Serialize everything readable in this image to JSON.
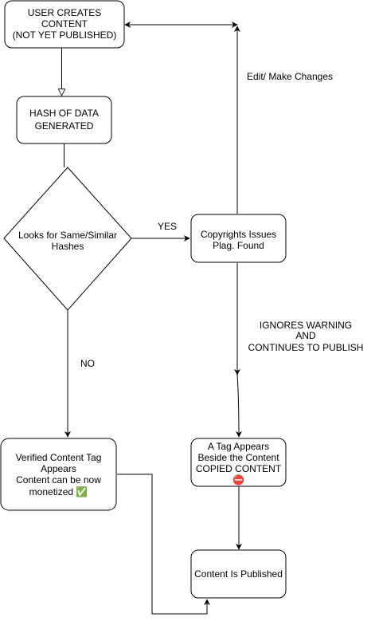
{
  "nodes": {
    "user_creates": {
      "lines": [
        "USER CREATES",
        "CONTENT",
        "(NOT YET PUBLISHED)"
      ]
    },
    "hash_generated": {
      "lines": [
        "HASH OF DATA",
        "GENERATED"
      ]
    },
    "looks_for_hashes": {
      "lines": [
        "Looks for Same/Similar",
        "Hashes"
      ]
    },
    "copyright_issues": {
      "lines": [
        "Copyrights Issues",
        "Plag. Found"
      ]
    },
    "verified_tag": {
      "lines": [
        "Verified Content Tag",
        "Appears",
        "Content can be now",
        "monetized ✅"
      ]
    },
    "tag_appears": {
      "lines": [
        "A Tag Appears",
        "Beside the Content",
        "COPIED CONTENT",
        "⛔"
      ]
    },
    "published": {
      "lines": [
        "Content Is Published"
      ]
    }
  },
  "edge_labels": {
    "yes": "YES",
    "no": "NO",
    "edit": "Edit/ Make Changes",
    "ignores": [
      "IGNORES WARNING",
      "AND",
      "CONTINUES TO PUBLISH"
    ]
  }
}
